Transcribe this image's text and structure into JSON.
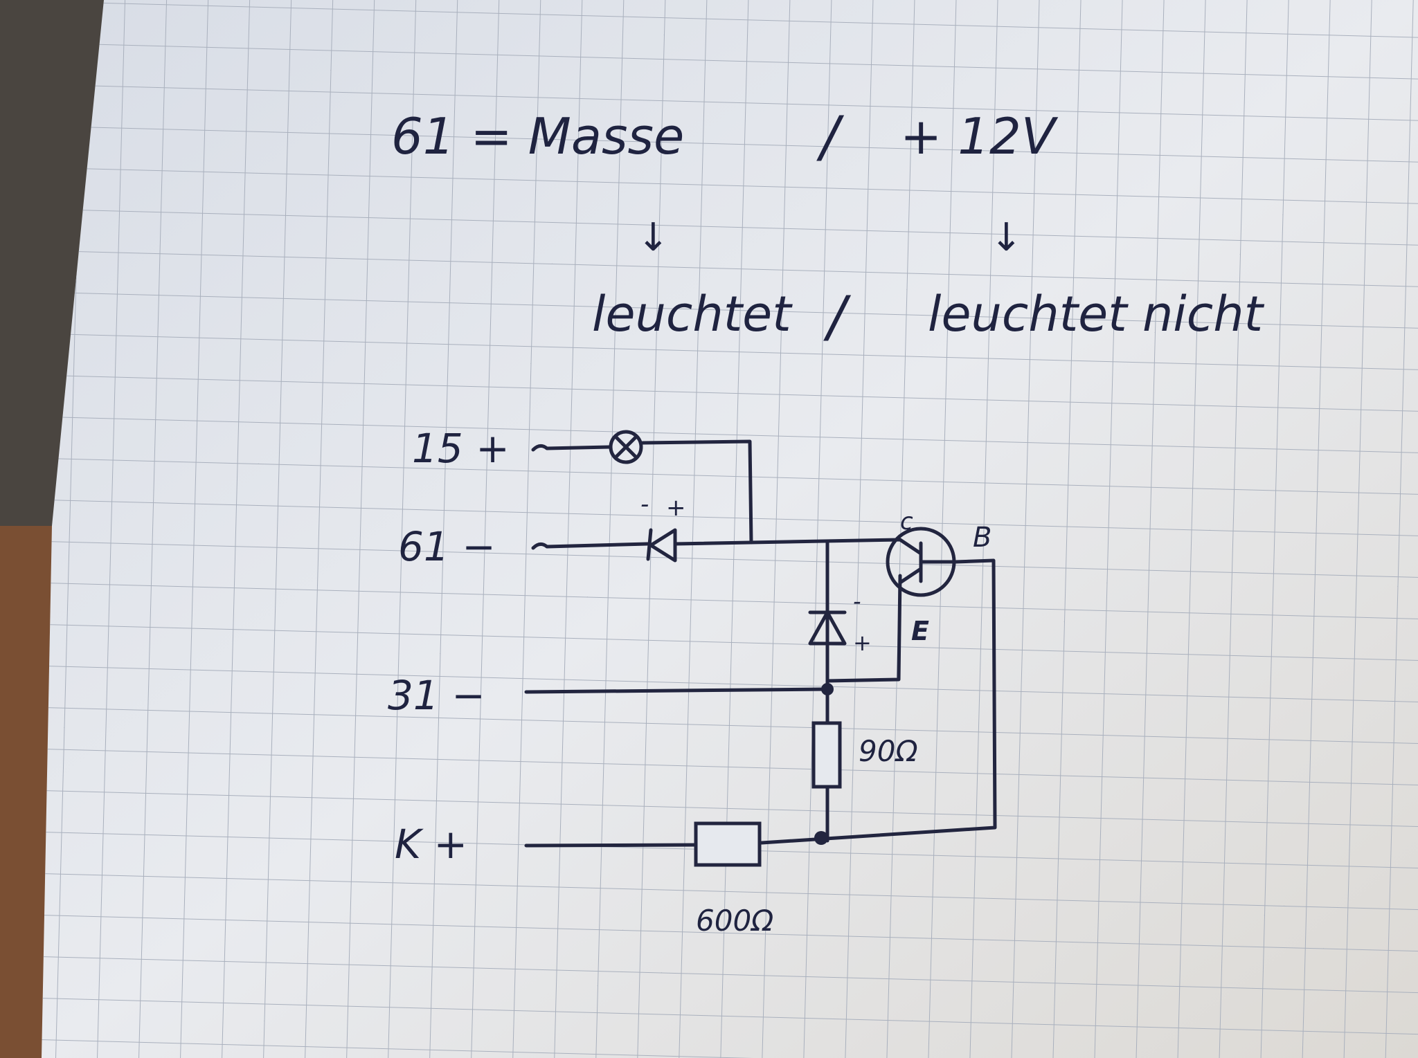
{
  "note": {
    "line1_left": "61 = Masse",
    "line1_sep": "/",
    "line1_right": "+ 12V",
    "arrow_left": "↓",
    "arrow_right": "↓",
    "line2_left": "leuchtet",
    "line2_sep": "/",
    "line2_right": "leuchtet nicht"
  },
  "circuit": {
    "terminal_15": "15 +",
    "terminal_61": "61 −",
    "terminal_31": "31 −",
    "terminal_k": "K +",
    "led_minus": "-",
    "led_plus": "+",
    "diode_minus": "-",
    "diode_plus": "+",
    "transistor_c": "c",
    "transistor_b": "B",
    "transistor_e": "E",
    "resistor_1": "90Ω",
    "resistor_2": "600Ω"
  },
  "colors": {
    "paper": "#e6e9ee",
    "grid": "#a9b0bd",
    "ink": "#22253f"
  }
}
